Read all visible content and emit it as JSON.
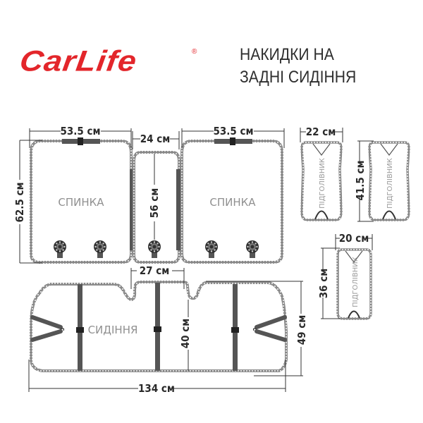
{
  "brand": {
    "name": "CarLife",
    "registered_mark": "®",
    "color": "#e3262b"
  },
  "title": {
    "line1": "НАКИДКИ НА",
    "line2": "ЗАДНІ СИДІННЯ"
  },
  "colors": {
    "outline": "#8a8a8a",
    "strap": "#555555",
    "dimension_line": "#333333",
    "label": "#909090"
  },
  "backrest_left": {
    "label": "СПИНКА",
    "width": "53.5 см",
    "height": "62.5 см"
  },
  "backrest_middle": {
    "width": "24 см",
    "height": "56 см"
  },
  "backrest_right": {
    "label": "СПИНКА",
    "width": "53.5 см"
  },
  "headrest_1": {
    "label": "ПІДГОЛІВНИК",
    "width": "22 см"
  },
  "headrest_2": {
    "label": "ПІДГОЛІВНИК",
    "height": "41.5 см"
  },
  "headrest_3": {
    "label": "ПІДГОЛІВНИК",
    "width": "20 см",
    "height": "36 см"
  },
  "seat": {
    "label": "СИДІННЯ",
    "notch_width": "27 см",
    "inner_height": "40 см",
    "height": "49 см",
    "width": "134 см"
  }
}
